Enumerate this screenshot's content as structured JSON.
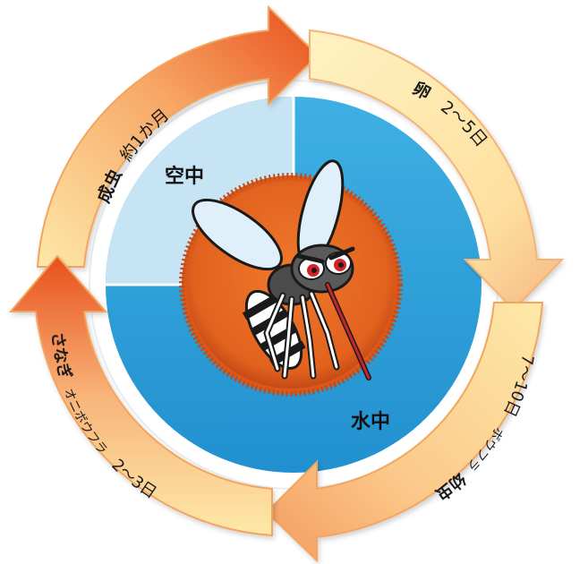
{
  "zones": {
    "air": "空中",
    "water": "水中"
  },
  "stages": {
    "adult": {
      "name": "成虫",
      "duration": "約1か月"
    },
    "egg": {
      "name": "卵",
      "duration": "2～5日"
    },
    "larva": {
      "name": "幼虫",
      "alias": "ボウフラ",
      "duration": "7～10日"
    },
    "pupa": {
      "name": "さなぎ",
      "alias": "オニボウフラ",
      "duration": "2～3日"
    }
  },
  "colors": {
    "arrow_light": "#fde7a6",
    "arrow_dark": "#e8501c",
    "arrow_edge": "#f2a35c",
    "ring_water": "#2ea3da",
    "ring_air": "#c9e6f6",
    "sun_center": "#e9661f",
    "sun_edge": "#c8501a"
  },
  "icons": {
    "center": "mosquito-icon"
  }
}
